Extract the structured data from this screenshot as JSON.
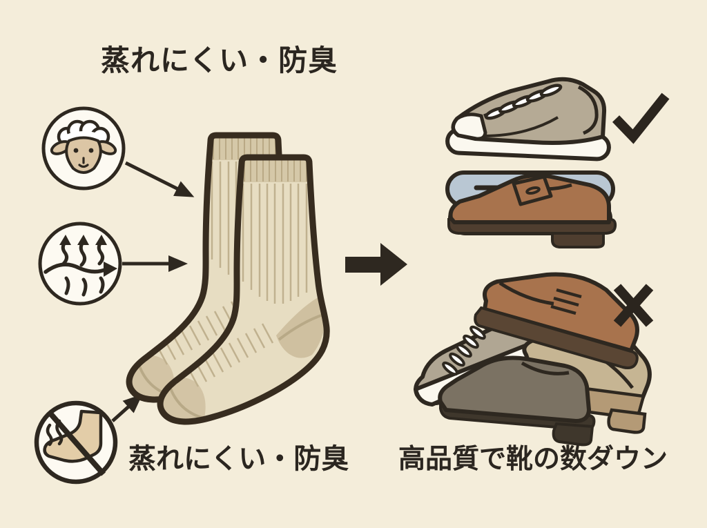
{
  "labels": {
    "top": "蒸れにくい・防臭",
    "bottom_left": "蒸れにくい・防臭",
    "bottom_right": "高品質で靴の数ダウン"
  },
  "icons": {
    "left_column": [
      "sheep-wool-icon",
      "breathability-icon",
      "no-foot-odor-icon"
    ],
    "flow": "big-right-arrow",
    "result_good": "checkmark-icon",
    "result_bad": "cross-icon"
  },
  "colors": {
    "background": "#f4edda",
    "ink": "#2e2820",
    "sock_body": "#e7ddc2",
    "sock_cuff": "#d5c8a8",
    "sock_rib": "#c0b18f",
    "sock_heel_toe": "#cfc0a0",
    "sock_outline": "#372c1f",
    "icon_face_tan": "#dcc6a5",
    "sneaker_taupe": "#b5aa95",
    "cloth_blue": "#b9c7d3",
    "cloth_white": "#f8f4e8",
    "loafer_brown": "#a8734d",
    "sole_dark": "#4f3e2f",
    "pile_sneaker_gray": "#b0a693",
    "pile_derby_brown": "#a8734d",
    "pile_boot_tan": "#c6b593",
    "pile_slipon_gray": "#7b7263"
  }
}
